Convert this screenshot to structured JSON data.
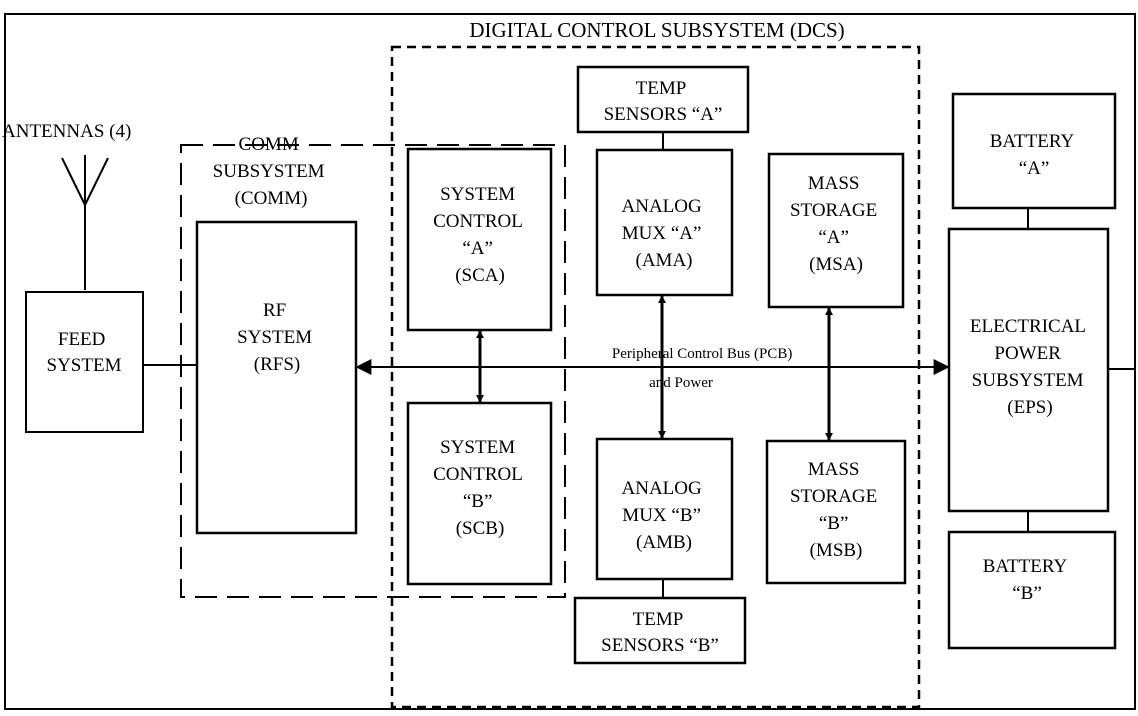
{
  "title": "DIGITAL CONTROL SUBSYSTEM (DCS)",
  "antennas_label": "ANTENNAS (4)",
  "comm": {
    "l1": "COMM",
    "l2": "SUBSYSTEM",
    "l3": "(COMM)"
  },
  "feed": {
    "l1": "FEED",
    "l2": "SYSTEM"
  },
  "rf": {
    "l1": "RF",
    "l2": "SYSTEM",
    "l3": "(RFS)"
  },
  "sca": {
    "l1": "SYSTEM",
    "l2": "CONTROL",
    "l3": "“A”",
    "l4": "(SCA)"
  },
  "scb": {
    "l1": "SYSTEM",
    "l2": "CONTROL",
    "l3": "“B”",
    "l4": "(SCB)"
  },
  "temp_a": {
    "l1": "TEMP",
    "l2": "SENSORS “A”"
  },
  "temp_b": {
    "l1": "TEMP",
    "l2": "SENSORS “B”"
  },
  "ama": {
    "l1": "ANALOG",
    "l2": "MUX “A”",
    "l3": "(AMA)"
  },
  "amb": {
    "l1": "ANALOG",
    "l2": "MUX “B”",
    "l3": "(AMB)"
  },
  "msa": {
    "l1": "MASS",
    "l2": "STORAGE",
    "l3": "“A”",
    "l4": "(MSA)"
  },
  "msb": {
    "l1": "MASS",
    "l2": "STORAGE",
    "l3": "“B”",
    "l4": "(MSB)"
  },
  "batt_a": {
    "l1": "BATTERY",
    "l2": "“A”"
  },
  "batt_b": {
    "l1": "BATTERY",
    "l2": "“B”"
  },
  "eps": {
    "l1": "ELECTRICAL",
    "l2": "POWER",
    "l3": "SUBSYSTEM",
    "l4": "(EPS)"
  },
  "bus": {
    "l1": "Peripheral Control Bus (PCB)",
    "l2": "and Power"
  }
}
